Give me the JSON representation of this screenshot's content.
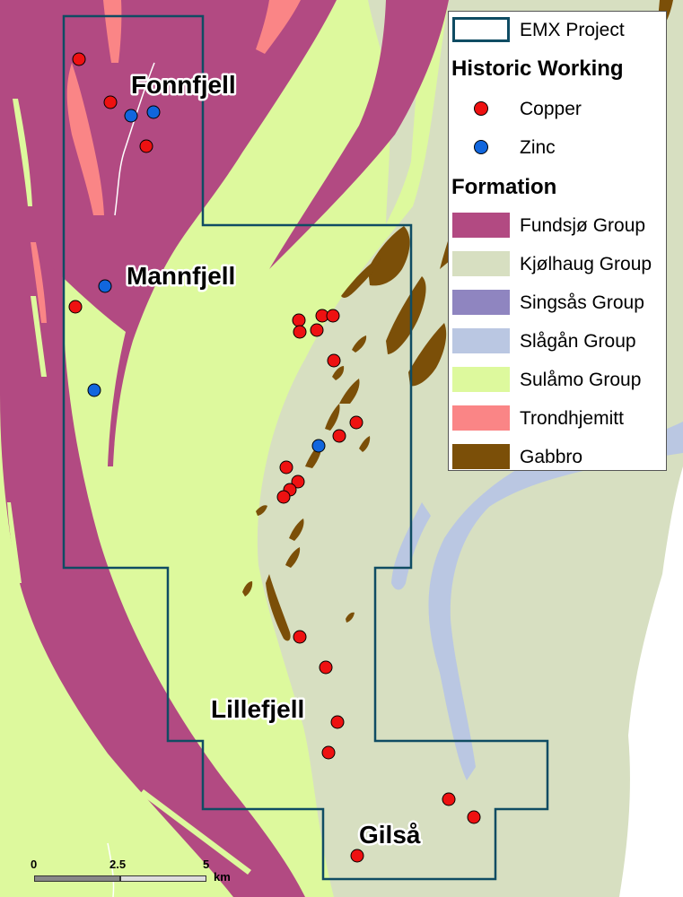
{
  "map": {
    "places": [
      {
        "name": "Fonnfjell"
      },
      {
        "name": "Mannfjell"
      },
      {
        "name": "Lillefjell"
      },
      {
        "name": "Gilså"
      }
    ]
  },
  "legend": {
    "project_label": "EMX Project",
    "project_color": "#0f4c63",
    "historic_heading": "Historic Working",
    "copper_label": "Copper",
    "copper_color": "#ee1111",
    "zinc_label": "Zinc",
    "zinc_color": "#1166dd",
    "formation_heading": "Formation",
    "formations": [
      {
        "label": "Fundsjø Group",
        "color": "#b24a82"
      },
      {
        "label": "Kjølhaug Group",
        "color": "#d7dfc1"
      },
      {
        "label": "Singsås Group",
        "color": "#8f85c0"
      },
      {
        "label": "Slågån Group",
        "color": "#bac7e2"
      },
      {
        "label": "Sulåmo Group",
        "color": "#ddf99d"
      },
      {
        "label": "Trondhjemitt",
        "color": "#fa8586"
      },
      {
        "label": "Gabbro",
        "color": "#7b4f08"
      }
    ]
  },
  "scale": {
    "ticks": [
      "0",
      "2.5",
      "5"
    ],
    "unit": "km"
  }
}
